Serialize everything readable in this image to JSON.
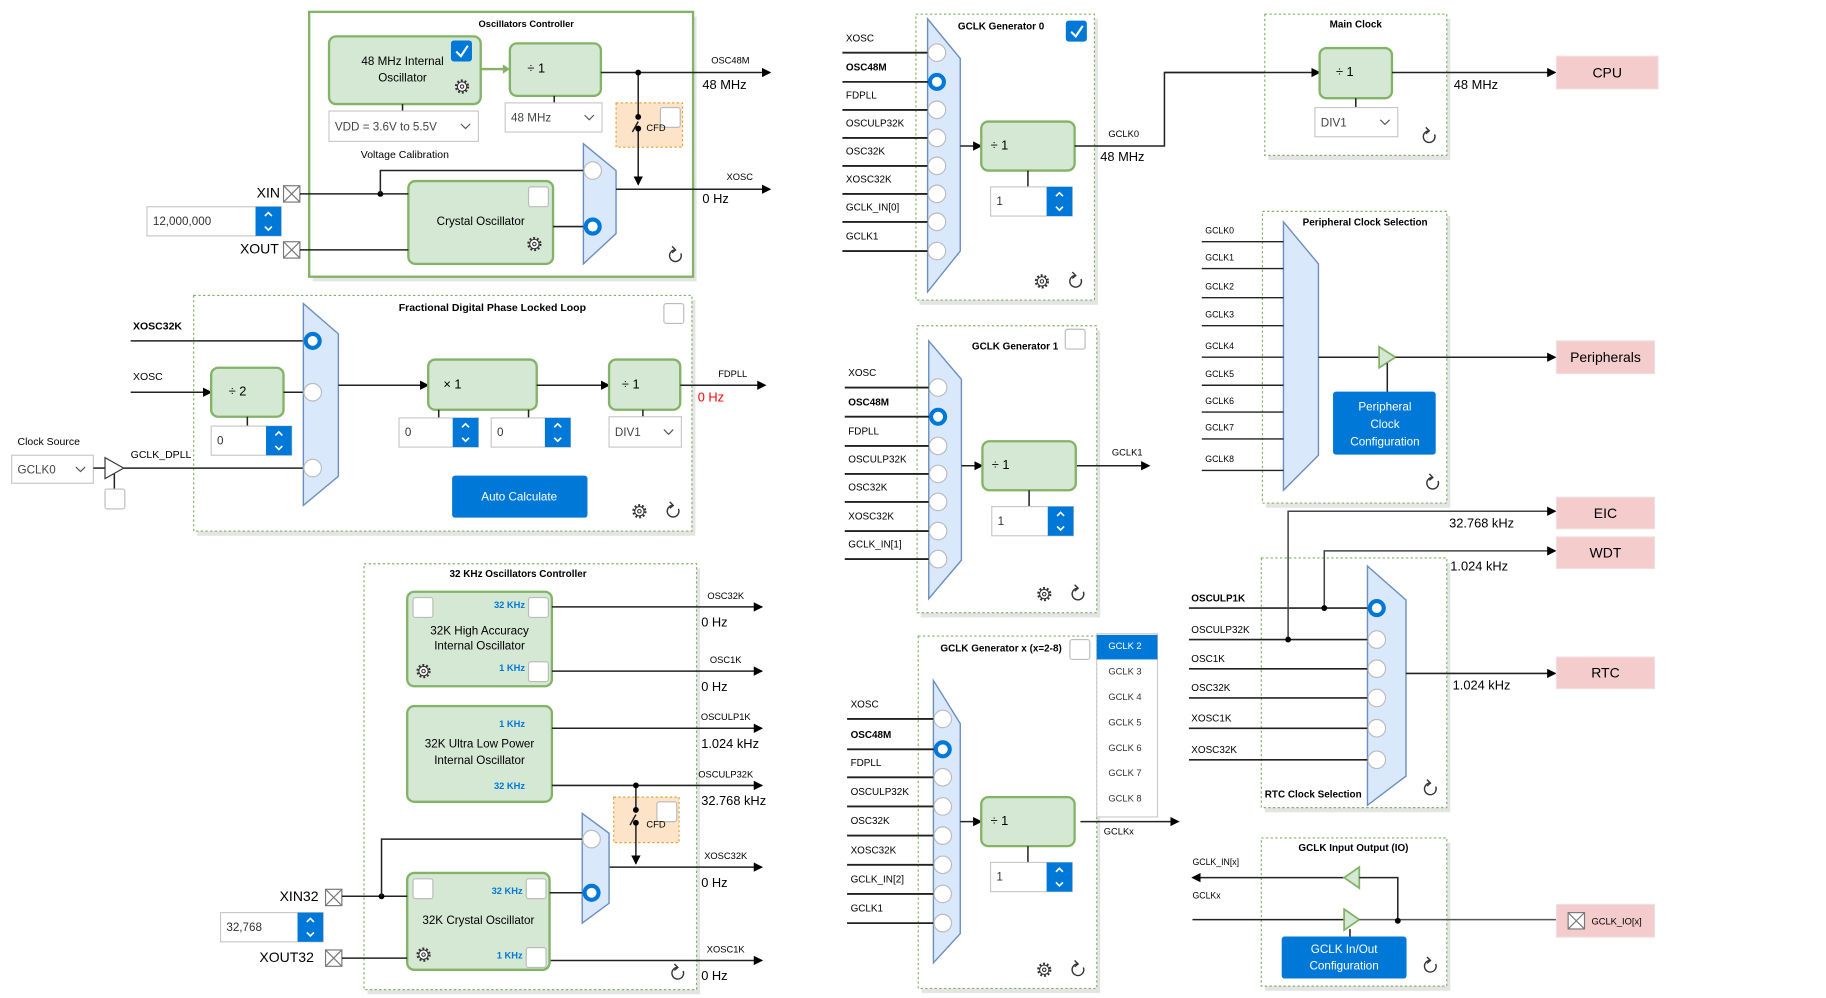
{
  "colors": {
    "block_fill": "#d5e8d4",
    "block_stroke": "#82b366",
    "mux_fill": "#dae8fc",
    "mux_stroke": "#6c8ebf",
    "accent": "#0078d7",
    "peripheral_fill": "#f4cccc",
    "cfd_fill": "#fde3c8",
    "cfd_stroke": "#e6a23c",
    "error": "#ff0000"
  },
  "oscillators_controller": {
    "title": "Oscillators Controller",
    "osc48m_line1": "48 MHz Internal",
    "osc48m_line2": "Oscillator",
    "osc48m_enabled": true,
    "divider": "÷ 1",
    "freq_select": "48 MHz",
    "vdd_select": "VDD = 3.6V to 5.5V",
    "voltage_calibration": "Voltage Calibration",
    "cfd": "CFD",
    "cfd_enabled": false,
    "crystal": "Crystal Oscillator",
    "crystal_enabled": false,
    "xin": "XIN",
    "xout": "XOUT",
    "crystal_frequency": "12,000,000",
    "selected_input": "Crystal Oscillator",
    "out_osc48m": "OSC48M",
    "out_osc48m_freq": "48 MHz",
    "out_xosc": "XOSC",
    "out_xosc_freq": "0 Hz"
  },
  "fdpll": {
    "title": "Fractional Digital Phase Locked Loop",
    "enabled": false,
    "in_xosc32k": "XOSC32K",
    "in_xosc": "XOSC",
    "in_gclk_dpll": "GCLK_DPLL",
    "selected_input": "XOSC32K",
    "clock_source_label": "Clock Source",
    "clock_source": "GCLK0",
    "pre_divider": "÷ 2",
    "pre_divider_value": "0",
    "multiplier": "× 1",
    "ldr_int": "0",
    "ldr_frac": "0",
    "post_divider": "÷ 1",
    "post_divider_select": "DIV1",
    "auto_calculate": "Auto Calculate",
    "output": "FDPLL",
    "output_freq": "0 Hz"
  },
  "osc32k_controller": {
    "title": "32 KHz Oscillators Controller",
    "ha_line1": "32K High Accuracy",
    "ha_line2": "Internal Oscillator",
    "ha_32k": "32 KHz",
    "ha_1k": "1 KHz",
    "ulp_line1": "32K Ultra Low Power",
    "ulp_line2": "Internal Oscillator",
    "ulp_1k": "1 KHz",
    "ulp_32k": "32 KHz",
    "crystal": "32K Crystal Oscillator",
    "crystal_32k": "32 KHz",
    "crystal_1k": "1 KHz",
    "xin32": "XIN32",
    "xout32": "XOUT32",
    "crystal_frequency": "32,768",
    "cfd": "CFD",
    "selected_input": "32K Crystal Oscillator",
    "outputs": [
      {
        "name": "OSC32K",
        "freq": "0 Hz"
      },
      {
        "name": "OSC1K",
        "freq": "0 Hz"
      },
      {
        "name": "OSCULP1K",
        "freq": "1.024 kHz"
      },
      {
        "name": "OSCULP32K",
        "freq": "32.768 kHz"
      },
      {
        "name": "XOSC32K",
        "freq": "0 Hz"
      },
      {
        "name": "XOSC1K",
        "freq": "0 Hz"
      }
    ]
  },
  "gclk_generator_0": {
    "title": "GCLK Generator 0",
    "enabled": true,
    "inputs": [
      "XOSC",
      "OSC48M",
      "FDPLL",
      "OSCULP32K",
      "OSC32K",
      "XOSC32K",
      "GCLK_IN[0]",
      "GCLK1"
    ],
    "selected_input": "OSC48M",
    "divider": "÷ 1",
    "divider_value": "1",
    "output": "GCLK0",
    "output_freq": "48 MHz"
  },
  "gclk_generator_1": {
    "title": "GCLK Generator 1",
    "enabled": false,
    "inputs": [
      "XOSC",
      "OSC48M",
      "FDPLL",
      "OSCULP32K",
      "OSC32K",
      "XOSC32K",
      "GCLK_IN[1]"
    ],
    "selected_input": "OSC48M",
    "divider": "÷ 1",
    "divider_value": "1",
    "output": "GCLK1"
  },
  "gclk_generator_x": {
    "title": "GCLK Generator x (x=2-8)",
    "enabled": false,
    "inputs": [
      "XOSC",
      "OSC48M",
      "FDPLL",
      "OSCULP32K",
      "OSC32K",
      "XOSC32K",
      "GCLK_IN[2]",
      "GCLK1"
    ],
    "selected_input": "OSC48M",
    "divider": "÷ 1",
    "divider_value": "1",
    "output": "GCLKx",
    "generator_options": [
      "GCLK 2",
      "GCLK 3",
      "GCLK 4",
      "GCLK 5",
      "GCLK 6",
      "GCLK 7",
      "GCLK 8"
    ],
    "selected_generator": "GCLK 2"
  },
  "main_clock": {
    "title": "Main Clock",
    "divider": "÷ 1",
    "divider_select": "DIV1",
    "output_freq": "48 MHz",
    "target": "CPU"
  },
  "peripheral_clock_selection": {
    "title": "Peripheral Clock Selection",
    "inputs": [
      "GCLK0",
      "GCLK1",
      "GCLK2",
      "GCLK3",
      "GCLK4",
      "GCLK5",
      "GCLK6",
      "GCLK7",
      "GCLK8"
    ],
    "config_line1": "Peripheral",
    "config_line2": "Clock",
    "config_line3": "Configuration",
    "target": "Peripherals"
  },
  "rtc_clock_selection": {
    "title": "RTC Clock Selection",
    "inputs": [
      "OSCULP1K",
      "OSCULP32K",
      "OSC1K",
      "OSC32K",
      "XOSC1K",
      "XOSC32K"
    ],
    "selected_input": "OSCULP1K",
    "output_freq": "1.024 kHz",
    "target": "RTC",
    "eic": "EIC",
    "eic_freq": "32.768 kHz",
    "wdt": "WDT",
    "wdt_freq": "1.024 kHz"
  },
  "gclk_io": {
    "title": "GCLK Input Output (IO)",
    "in_label": "GCLK_IN[x]",
    "gclkx_label": "GCLKx",
    "config_line1": "GCLK In/Out",
    "config_line2": "Configuration",
    "pin": "GCLK_IO[x]"
  }
}
